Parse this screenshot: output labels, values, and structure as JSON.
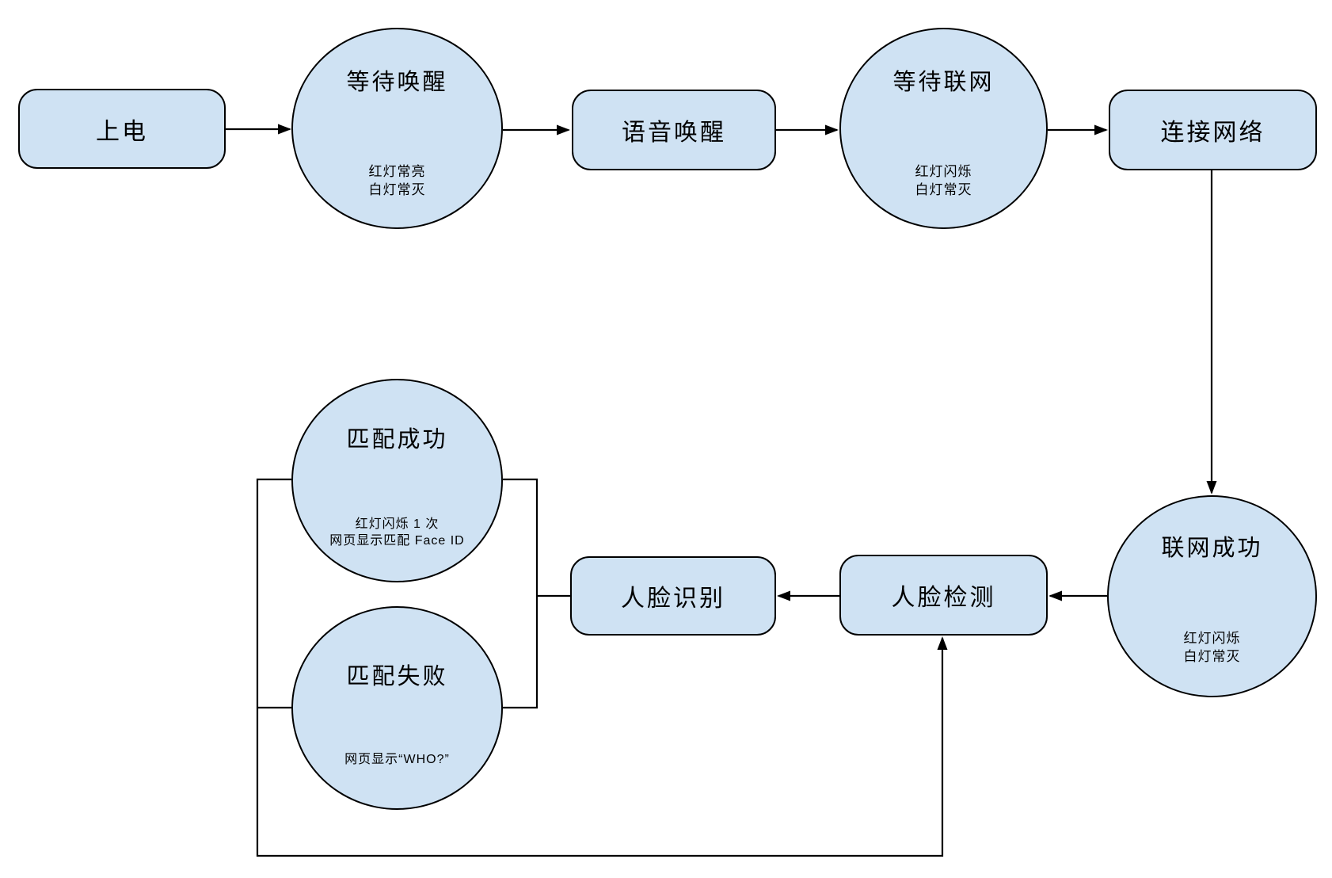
{
  "colors": {
    "node_fill": "#cfe2f3",
    "node_stroke": "#000000",
    "connector": "#000000",
    "background": "#ffffff"
  },
  "nodes": {
    "power_on": {
      "label": "上电"
    },
    "wait_wake": {
      "title": "等待唤醒",
      "status_line1": "红灯常亮",
      "status_line2": "白灯常灭"
    },
    "voice_wake": {
      "label": "语音唤醒"
    },
    "wait_network": {
      "title": "等待联网",
      "status_line1": "红灯闪烁",
      "status_line2": "白灯常灭"
    },
    "connect_network": {
      "label": "连接网络"
    },
    "network_success": {
      "title": "联网成功",
      "status_line1": "红灯闪烁",
      "status_line2": "白灯常灭"
    },
    "face_detect": {
      "label": "人脸检测"
    },
    "face_recognize": {
      "label": "人脸识别"
    },
    "match_success": {
      "title": "匹配成功",
      "status_line1": "红灯闪烁 1 次",
      "status_line2": "网页显示匹配 Face ID"
    },
    "match_fail": {
      "title": "匹配失败",
      "status_line1": "网页显示“WHO?”"
    }
  }
}
